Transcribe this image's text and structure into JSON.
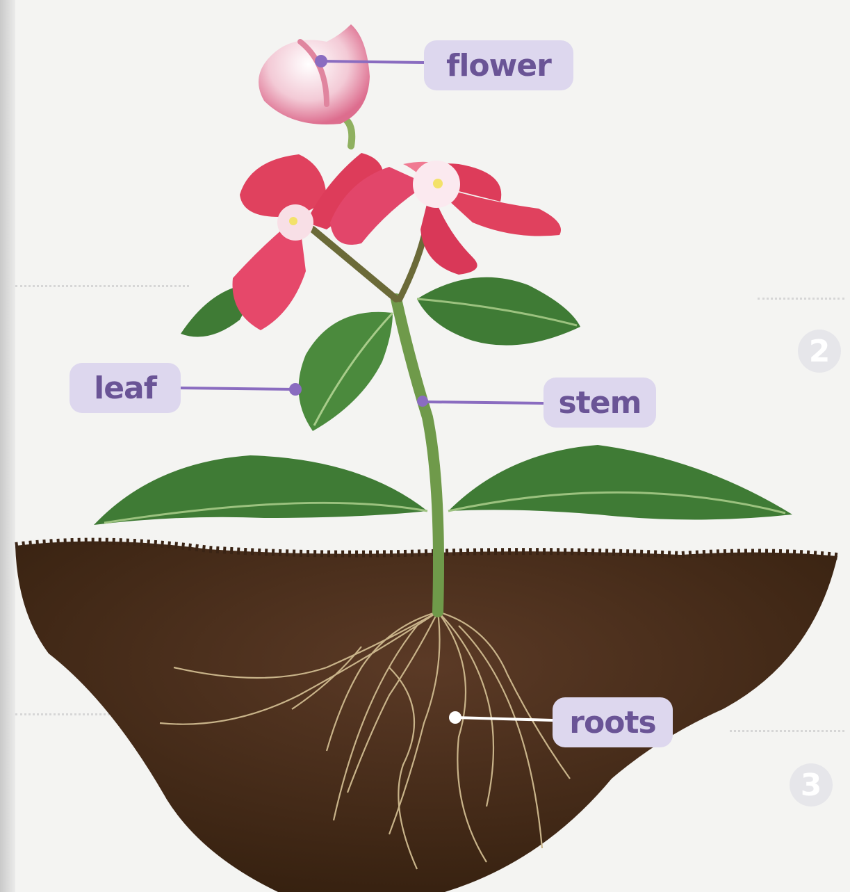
{
  "labels": {
    "flower": "flower",
    "leaf": "leaf",
    "stem": "stem",
    "roots": "roots"
  },
  "step_numbers": {
    "two": "2",
    "three": "3"
  },
  "colors": {
    "label_background": "#ddd7ee",
    "label_text": "#6a5496",
    "leader_line": "#8a6cc0",
    "soil": "#4a2d1c",
    "leaf": "#3f7b35",
    "petal": "#e0415e"
  }
}
